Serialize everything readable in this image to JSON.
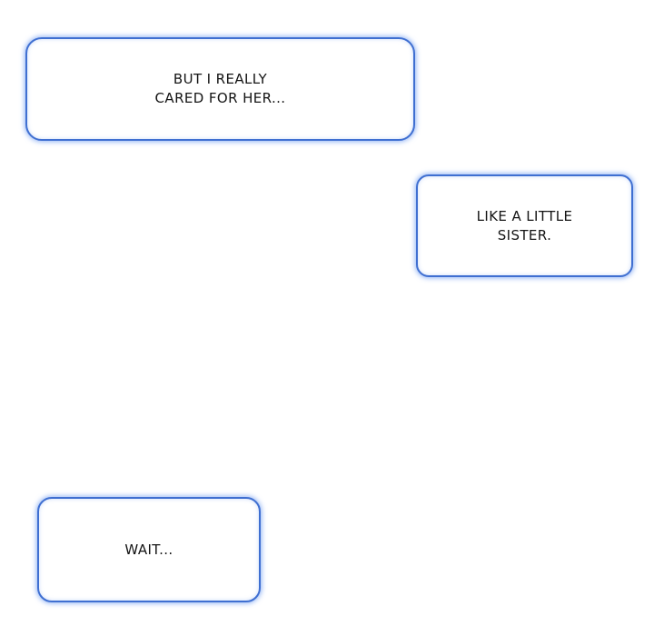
{
  "page": {
    "background_color": "#ffffff",
    "bubble_fill_color": "#ffffff",
    "bubble_border_color": "#3f6fd1",
    "bubble_glow_color": "#6a98f2",
    "text_color": "#141414"
  },
  "bubbles": [
    {
      "id": "speech-bubble-1",
      "text": "BUT I REALLY\nCARED FOR HER..."
    },
    {
      "id": "speech-bubble-2",
      "text": "LIKE A LITTLE\nSISTER."
    },
    {
      "id": "speech-bubble-3",
      "text": "WAIT..."
    }
  ]
}
